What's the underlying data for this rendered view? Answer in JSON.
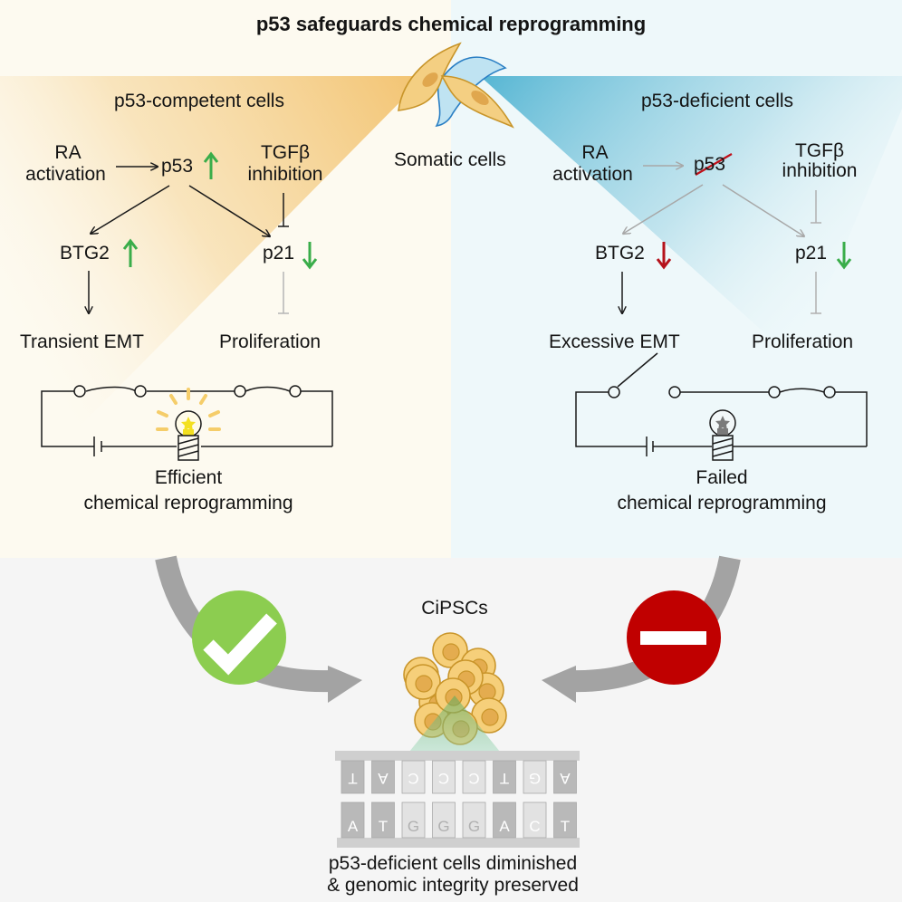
{
  "title": "p53 safeguards chemical reprogramming",
  "colors": {
    "left_bg": "#fdfaf0",
    "right_bg": "#eef8fa",
    "bottom_bg": "#f5f5f5",
    "orange_cone": "#f3c77a",
    "blue_cone": "#5cb8d4",
    "up_arrow_green": "#3aad4a",
    "down_arrow_red": "#b5121b",
    "check_green": "#8ccd50",
    "stop_red": "#c00000",
    "flow_arrow_gray": "#a3a3a3"
  },
  "somatic": {
    "label": "Somatic cells"
  },
  "left": {
    "header": "p53-competent cells",
    "ra": [
      "RA",
      "activation"
    ],
    "p53": "p53",
    "p53_icon": "up-arrow",
    "tgf": [
      "TGFβ",
      "inhibition"
    ],
    "btg2": "BTG2",
    "btg2_icon": "up-arrow",
    "p21": "p21",
    "p21_icon": "down-arrow",
    "emt": "Transient EMT",
    "prolif": "Proliferation",
    "circuit_state": "closed",
    "bulb_state": "lit",
    "outcome": [
      "Efficient",
      "chemical reprogramming"
    ],
    "verdict_icon": "check-mark"
  },
  "right": {
    "header": "p53-deficient cells",
    "ra": [
      "RA",
      "activation"
    ],
    "p53": "p53",
    "p53_state": "struck-out",
    "tgf": [
      "TGFβ",
      "inhibition"
    ],
    "btg2": "BTG2",
    "btg2_icon": "down-arrow",
    "p21": "p21",
    "p21_icon": "down-arrow",
    "emt": "Excessive EMT",
    "prolif": "Proliferation",
    "circuit_state": "open",
    "bulb_state": "unlit",
    "outcome": [
      "Failed",
      "chemical reprogramming"
    ],
    "verdict_icon": "no-entry"
  },
  "center": {
    "cipsc_label": "CiPSCs",
    "dna_top": [
      "T",
      "A",
      "C",
      "C",
      "C",
      "T",
      "G",
      "A"
    ],
    "dna_bottom": [
      "A",
      "T",
      "G",
      "G",
      "G",
      "A",
      "C",
      "T"
    ],
    "conclusion": [
      "p53-deficient cells diminished",
      "& genomic integrity preserved"
    ]
  }
}
